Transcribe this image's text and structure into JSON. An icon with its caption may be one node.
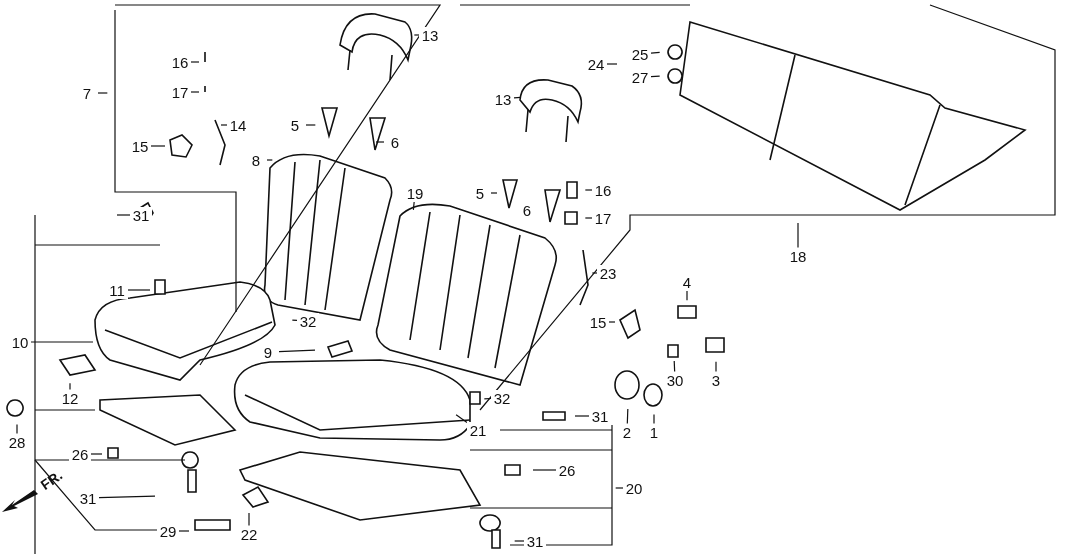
{
  "diagram": {
    "nodes": [
      {
        "text": [
          "13"
        ]
      },
      {
        "text": [
          "7"
        ]
      },
      {
        "text": [
          "16"
        ]
      },
      {
        "text": [
          "17"
        ]
      },
      {
        "text": [
          "14"
        ]
      },
      {
        "text": [
          "15"
        ]
      },
      {
        "text": [
          "5"
        ]
      },
      {
        "text": [
          "6"
        ]
      },
      {
        "text": [
          "8"
        ]
      },
      {
        "text": [
          "13"
        ]
      },
      {
        "text": [
          "24"
        ]
      },
      {
        "text": [
          "25"
        ]
      },
      {
        "text": [
          "27"
        ]
      },
      {
        "text": [
          "19"
        ]
      },
      {
        "text": [
          "5"
        ]
      },
      {
        "text": [
          "6"
        ]
      },
      {
        "text": [
          "16"
        ]
      },
      {
        "text": [
          "17"
        ]
      },
      {
        "text": [
          "23"
        ]
      },
      {
        "text": [
          "18"
        ]
      },
      {
        "text": [
          "15"
        ]
      },
      {
        "text": [
          "4"
        ]
      },
      {
        "text": [
          "30"
        ]
      },
      {
        "text": [
          "3"
        ]
      },
      {
        "text": [
          "2"
        ]
      },
      {
        "text": [
          "1"
        ]
      },
      {
        "text": [
          "31"
        ]
      },
      {
        "text": [
          "11"
        ]
      },
      {
        "text": [
          "32"
        ]
      },
      {
        "text": [
          "10"
        ]
      },
      {
        "text": [
          "9"
        ]
      },
      {
        "text": [
          "12"
        ]
      },
      {
        "text": [
          "28"
        ]
      },
      {
        "text": [
          "26"
        ]
      },
      {
        "text": [
          "31"
        ]
      },
      {
        "text": [
          "29"
        ]
      },
      {
        "text": [
          "22"
        ]
      },
      {
        "text": [
          "32"
        ]
      },
      {
        "text": [
          "21"
        ]
      },
      {
        "text": [
          "31"
        ]
      },
      {
        "text": [
          "26"
        ]
      },
      {
        "text": [
          "20"
        ]
      },
      {
        "text": [
          "31"
        ]
      }
    ],
    "edges": [
      {
        "from": 0,
        "to": null,
        "arrow": "none"
      },
      {
        "from": 1,
        "to": null,
        "arrow": "none"
      },
      {
        "from": 2,
        "to": null,
        "arrow": "none"
      },
      {
        "from": 3,
        "to": null,
        "arrow": "none"
      },
      {
        "from": 4,
        "to": null,
        "arrow": "none"
      },
      {
        "from": 5,
        "to": null,
        "arrow": "none"
      },
      {
        "from": 6,
        "to": null,
        "arrow": "none"
      },
      {
        "from": 7,
        "to": null,
        "arrow": "none"
      },
      {
        "from": 8,
        "to": null,
        "arrow": "none"
      },
      {
        "from": 9,
        "to": null,
        "arrow": "none"
      },
      {
        "from": 10,
        "to": null,
        "arrow": "none"
      },
      {
        "from": 11,
        "to": null,
        "arrow": "none"
      },
      {
        "from": 12,
        "to": null,
        "arrow": "none"
      },
      {
        "from": 13,
        "to": null,
        "arrow": "none"
      },
      {
        "from": 14,
        "to": null,
        "arrow": "none"
      },
      {
        "from": 16,
        "to": null,
        "arrow": "none"
      },
      {
        "from": 17,
        "to": null,
        "arrow": "none"
      },
      {
        "from": 18,
        "to": null,
        "arrow": "none"
      },
      {
        "from": 19,
        "to": null,
        "arrow": "none"
      },
      {
        "from": 20,
        "to": null,
        "arrow": "none"
      },
      {
        "from": 21,
        "to": null,
        "arrow": "none"
      },
      {
        "from": 22,
        "to": null,
        "arrow": "none"
      },
      {
        "from": 23,
        "to": null,
        "arrow": "none"
      },
      {
        "from": 24,
        "to": null,
        "arrow": "none"
      },
      {
        "from": 25,
        "to": null,
        "arrow": "none"
      },
      {
        "from": 26,
        "to": null,
        "arrow": "none"
      },
      {
        "from": 27,
        "to": null,
        "arrow": "none"
      },
      {
        "from": 28,
        "to": null,
        "arrow": "none"
      },
      {
        "from": 29,
        "to": null,
        "arrow": "none"
      },
      {
        "from": 30,
        "to": null,
        "arrow": "none"
      },
      {
        "from": 31,
        "to": null,
        "arrow": "none"
      },
      {
        "from": 32,
        "to": null,
        "arrow": "none"
      },
      {
        "from": 33,
        "to": null,
        "arrow": "none"
      },
      {
        "from": 34,
        "to": null,
        "arrow": "none"
      },
      {
        "from": 35,
        "to": null,
        "arrow": "none"
      },
      {
        "from": 36,
        "to": null,
        "arrow": "none"
      },
      {
        "from": 37,
        "to": null,
        "arrow": "none"
      },
      {
        "from": 38,
        "to": null,
        "arrow": "none"
      },
      {
        "from": 39,
        "to": null,
        "arrow": "none"
      },
      {
        "from": 40,
        "to": null,
        "arrow": "none"
      },
      {
        "from": 41,
        "to": null,
        "arrow": "none"
      },
      {
        "from": 42,
        "to": null,
        "arrow": "none"
      }
    ],
    "labels": [
      "FR."
    ]
  }
}
